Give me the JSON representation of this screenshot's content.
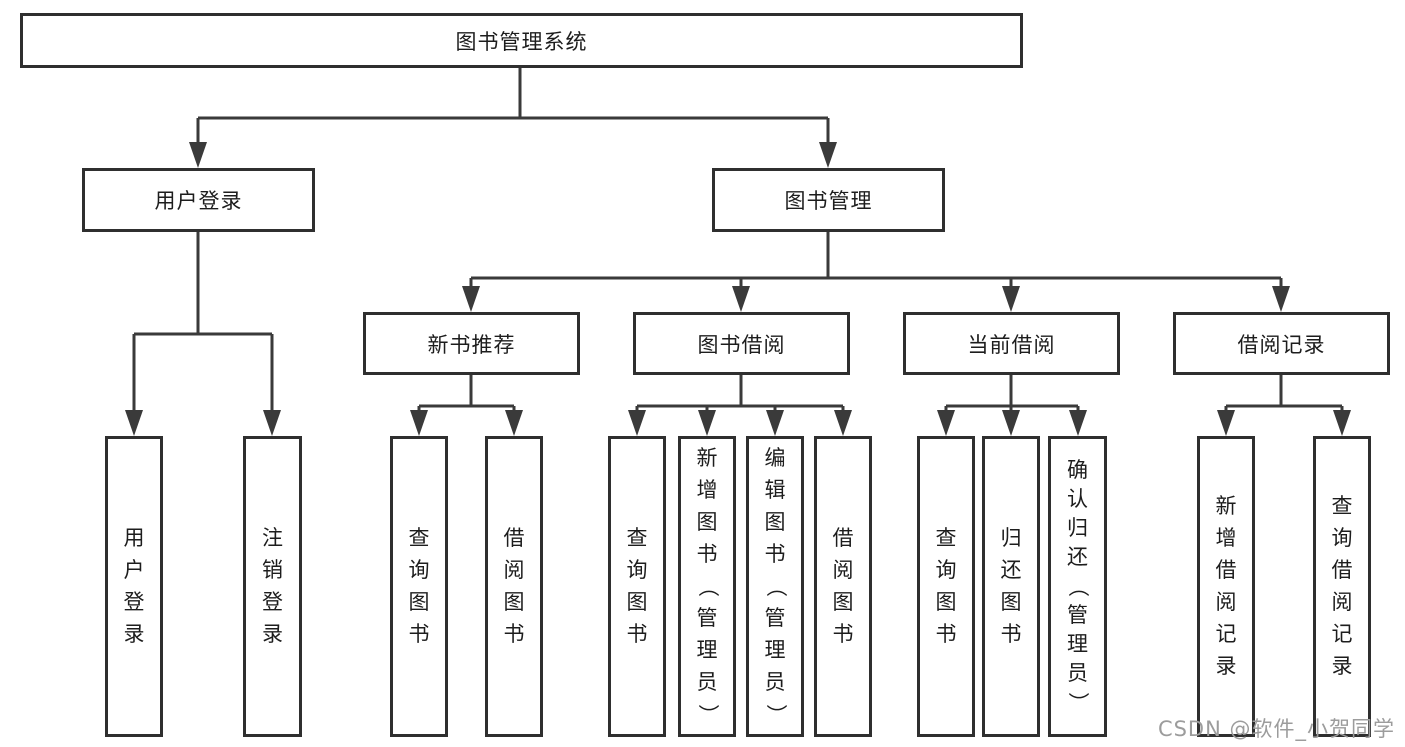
{
  "diagram": {
    "root": {
      "label": "图书管理系统"
    },
    "branches": [
      {
        "label": "用户登录",
        "children": [
          {
            "label": "用户登录"
          },
          {
            "label": "注销登录"
          }
        ]
      },
      {
        "label": "图书管理",
        "children": [
          {
            "label": "新书推荐",
            "children": [
              {
                "label": "查询图书"
              },
              {
                "label": "借阅图书"
              }
            ]
          },
          {
            "label": "图书借阅",
            "children": [
              {
                "label": "查询图书"
              },
              {
                "label": "新增图书（管理员）"
              },
              {
                "label": "编辑图书（管理员）"
              },
              {
                "label": "借阅图书"
              }
            ]
          },
          {
            "label": "当前借阅",
            "children": [
              {
                "label": "查询图书"
              },
              {
                "label": "归还图书"
              },
              {
                "label": "确认归还（管理员）"
              }
            ]
          },
          {
            "label": "借阅记录",
            "children": [
              {
                "label": "新增借阅记录"
              },
              {
                "label": "查询借阅记录"
              }
            ]
          }
        ]
      }
    ]
  },
  "watermark": {
    "text": "CSDN @软件_小贺同学",
    "color": "#9c9c9c"
  },
  "colors": {
    "border": "#2f2f2f",
    "line": "#3a3a3a",
    "text": "#1d1d1d",
    "background": "#ffffff"
  }
}
